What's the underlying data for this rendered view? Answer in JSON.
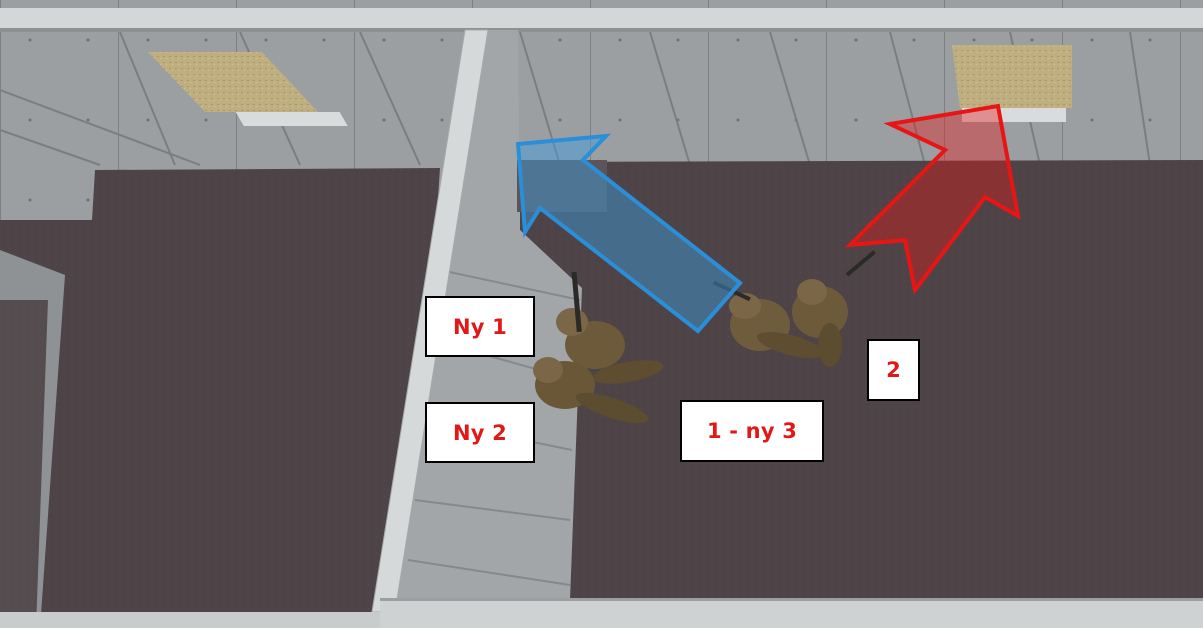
{
  "scene": {
    "type": "tactical-room-clearing-diagram",
    "view": "top-down",
    "colors": {
      "concrete": "#9a9ea1",
      "concrete_dark": "#7f8386",
      "floor": "#4f4548",
      "wall": "#d7dadb",
      "ground": "#b8a87a",
      "soldier": "#6f5c3c",
      "label_text": "#e01818",
      "arrow_blue": "#2a8fd8",
      "arrow_red": "#e81515"
    },
    "arrows": [
      {
        "id": "arrow-blue",
        "color_key": "arrow_blue",
        "style": "semi-transparent fill with outline",
        "direction": "up-left"
      },
      {
        "id": "arrow-red",
        "color_key": "arrow_red",
        "style": "semi-transparent fill with outline",
        "direction": "up-right"
      }
    ],
    "soldiers": [
      {
        "id": "soldier-ny1",
        "group": "left pair"
      },
      {
        "id": "soldier-ny2",
        "group": "left pair"
      },
      {
        "id": "soldier-1ny3",
        "group": "right pair"
      },
      {
        "id": "soldier-2",
        "group": "right pair"
      }
    ]
  },
  "labels": {
    "ny1": "Ny 1",
    "ny2": "Ny 2",
    "one_ny3": "1 - ny 3",
    "two": "2"
  }
}
